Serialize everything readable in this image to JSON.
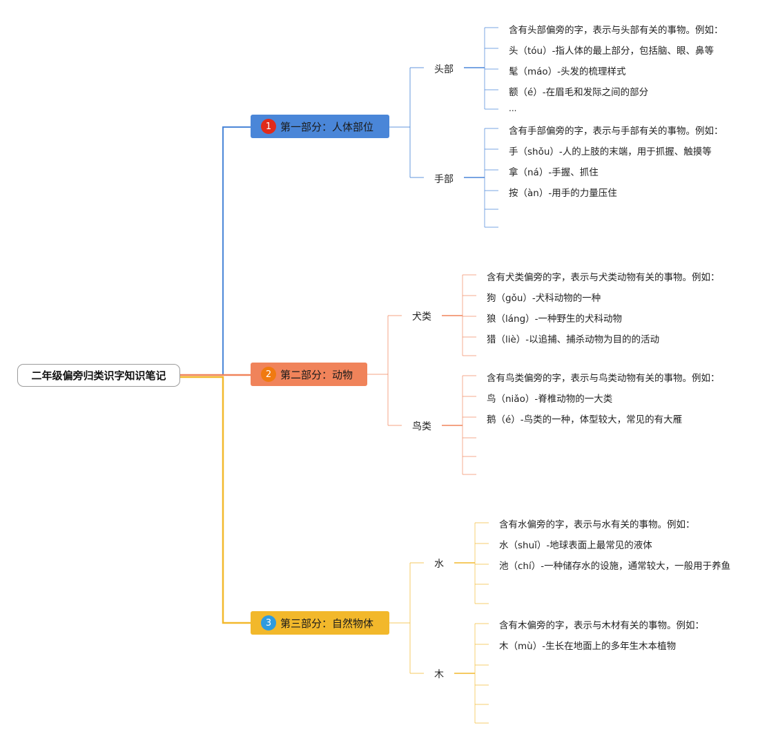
{
  "root": {
    "title": "二年级偏旁归类识字知识笔记"
  },
  "colors": {
    "blue": "#4a86d8",
    "orange": "#f0835a",
    "yellow": "#f2b82b",
    "badge_red": "#e02a1a",
    "badge_orange": "#f07a10",
    "badge_blue": "#2e9be0"
  },
  "sections": [
    {
      "number": "1",
      "title": "第一部分：人体部位",
      "groups": [
        {
          "label": "头部",
          "items": [
            "含有头部偏旁的字，表示与头部有关的事物。例如：",
            "头（tóu）-指人体的最上部分，包括脑、眼、鼻等",
            "髦（máo）-头发的梳理样式",
            "额（é）-在眉毛和发际之间的部分",
            "..."
          ]
        },
        {
          "label": "手部",
          "items": [
            "含有手部偏旁的字，表示与手部有关的事物。例如：",
            "手（shǒu）-人的上肢的末端，用于抓握、触摸等",
            "拿（ná）-手握、抓住",
            "按（àn）-用手的力量压住",
            "",
            ""
          ]
        }
      ]
    },
    {
      "number": "2",
      "title": "第二部分：动物",
      "groups": [
        {
          "label": "犬类",
          "items": [
            "含有犬类偏旁的字，表示与犬类动物有关的事物。例如：",
            "狗（gǒu）-犬科动物的一种",
            "狼（láng）-一种野生的犬科动物",
            "猎（liè）-以追捕、捕杀动物为目的的活动",
            ""
          ]
        },
        {
          "label": "鸟类",
          "items": [
            "含有鸟类偏旁的字，表示与鸟类动物有关的事物。例如：",
            "鸟（niǎo）-脊椎动物的一大类",
            "鹅（é）-鸟类的一种，体型较大，常见的有大雁",
            "",
            "",
            ""
          ]
        }
      ]
    },
    {
      "number": "3",
      "title": "第三部分：自然物体",
      "groups": [
        {
          "label": "水",
          "items": [
            "含有水偏旁的字，表示与水有关的事物。例如：",
            "水（shuǐ）-地球表面上最常见的液体",
            "池（chí）-一种储存水的设施，通常较大，一般用于养鱼",
            "",
            ""
          ]
        },
        {
          "label": "木",
          "items": [
            "含有木偏旁的字，表示与木材有关的事物。例如：",
            "木（mù）-生长在地面上的多年生木本植物",
            "",
            "",
            "",
            ""
          ]
        }
      ]
    }
  ]
}
